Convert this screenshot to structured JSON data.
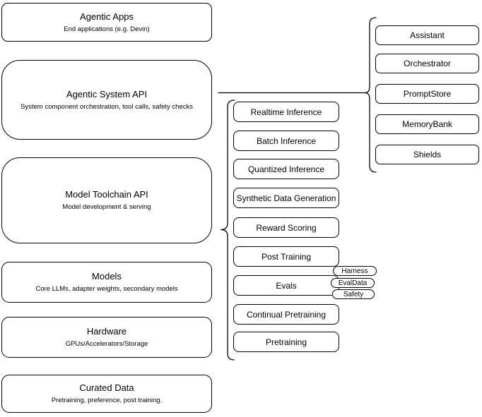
{
  "layers": [
    {
      "title": "Agentic Apps",
      "subtitle": "End applications (e.g. Devin)"
    },
    {
      "title": "Agentic System API",
      "subtitle": "System component orchestration, tool calls, safety checks"
    },
    {
      "title": "Model Toolchain API",
      "subtitle": "Model development & serving"
    },
    {
      "title": "Models",
      "subtitle": "Core LLMs, adapter weights, secondary models"
    },
    {
      "title": "Hardware",
      "subtitle": "GPUs/Accelerators/Storage"
    },
    {
      "title": "Curated Data",
      "subtitle": "Pretraining, preference, post training."
    }
  ],
  "toolchain_services": [
    "Realtime Inference",
    "Batch Inference",
    "Quantized Inference",
    "Synthetic Data Generation",
    "Reward Scoring",
    "Post Training",
    "Evals",
    "Continual Pretraining",
    "Pretraining"
  ],
  "evals_components": [
    "Harness",
    "EvalData",
    "Safety"
  ],
  "system_components": [
    "Assistant",
    "Orchestrator",
    "PromptStore",
    "MemoryBank",
    "Shields"
  ],
  "colors": {
    "stroke": "#000000",
    "fill": "#ffffff",
    "text": "#000000",
    "background": "#ffffff"
  }
}
